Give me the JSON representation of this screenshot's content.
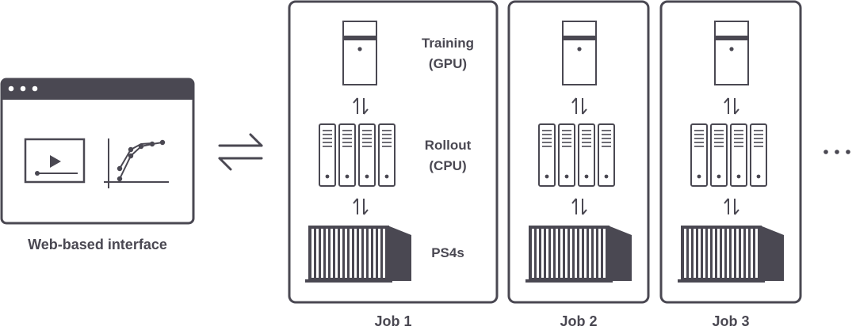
{
  "interface": {
    "label": "Web-based interface",
    "window_dots_icon": "three-dots",
    "video_icon": "play-icon",
    "chart_icon": "learning-curve-icon"
  },
  "exchange_arrow_icon": "bidirectional-arrows-icon",
  "roles": {
    "training": "Training\n(GPU)",
    "rollout": "Rollout\n(CPU)",
    "ps4s": "PS4s"
  },
  "jobs": [
    {
      "label": "Job 1"
    },
    {
      "label": "Job 2"
    },
    {
      "label": "Job 3"
    }
  ],
  "more_indicator": "...",
  "colors": {
    "stroke": "#4a4852",
    "fill_dark": "#4a4852",
    "background": "#ffffff"
  }
}
